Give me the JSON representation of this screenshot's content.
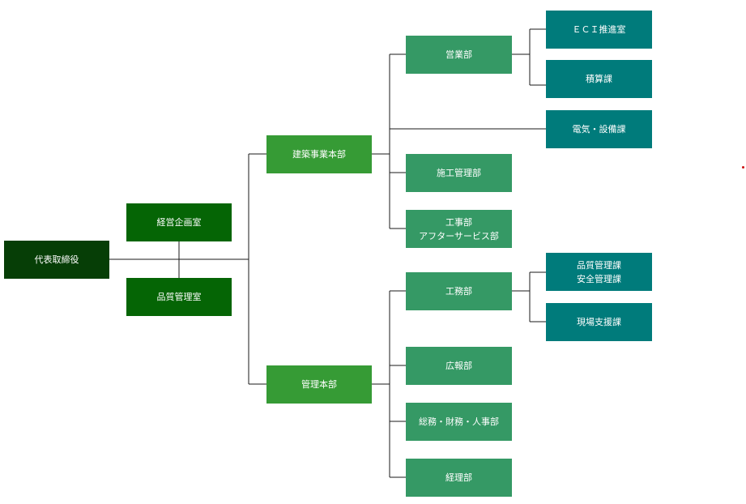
{
  "colors": {
    "ceo": "#063e06",
    "staff": "#056505",
    "headquarters": "#369b35",
    "department": "#359965",
    "section": "#007b7b",
    "line": "#1a1a1a",
    "marker": "#cc1111"
  },
  "org": {
    "ceo": "代表取締役",
    "staff": {
      "corporate_planning": "経営企画室",
      "quality_control": "品質管理室"
    },
    "construction_hq": {
      "label": "建築事業本部",
      "sales": "営業部",
      "eci_promotion": "ＥＣＩ推進室",
      "estimation": "積算課",
      "electrical_equipment": "電気・設備課",
      "construction_management": "施工管理部",
      "engineering_after_service": "工事部\nアフターサービス部"
    },
    "management_hq": {
      "label": "管理本部",
      "works": "工務部",
      "quality_safety": "品質管理課\n安全管理課",
      "site_support": "現場支援課",
      "public_relations": "広報部",
      "general_finance_hr": "総務・財務・人事部",
      "accounting": "経理部"
    }
  }
}
